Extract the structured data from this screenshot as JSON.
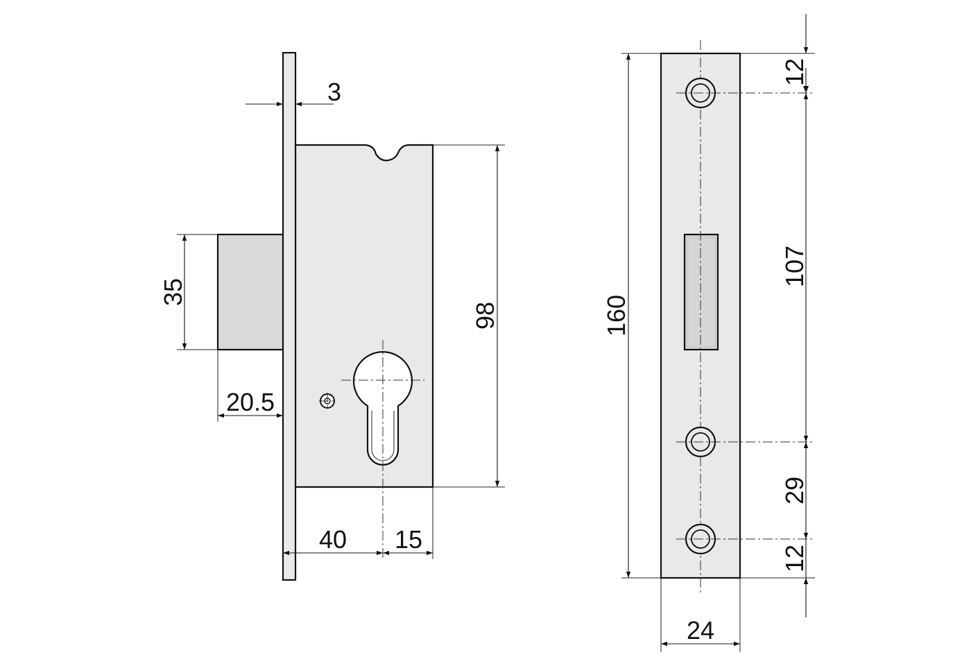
{
  "dimensions": {
    "faceplate_thickness": "3",
    "bolt_height": "35",
    "bolt_throw": "20.5",
    "case_height": "98",
    "backset": "40",
    "cylinder_to_back": "15",
    "faceplate_length": "160",
    "top_screw_offset": "12",
    "screw_spacing": "107",
    "lower_screw_spacing": "29",
    "bottom_screw_offset": "12",
    "faceplate_width": "24"
  },
  "colors": {
    "part_fill": "#e9e9e9",
    "line": "#111111",
    "background": "#ffffff"
  }
}
